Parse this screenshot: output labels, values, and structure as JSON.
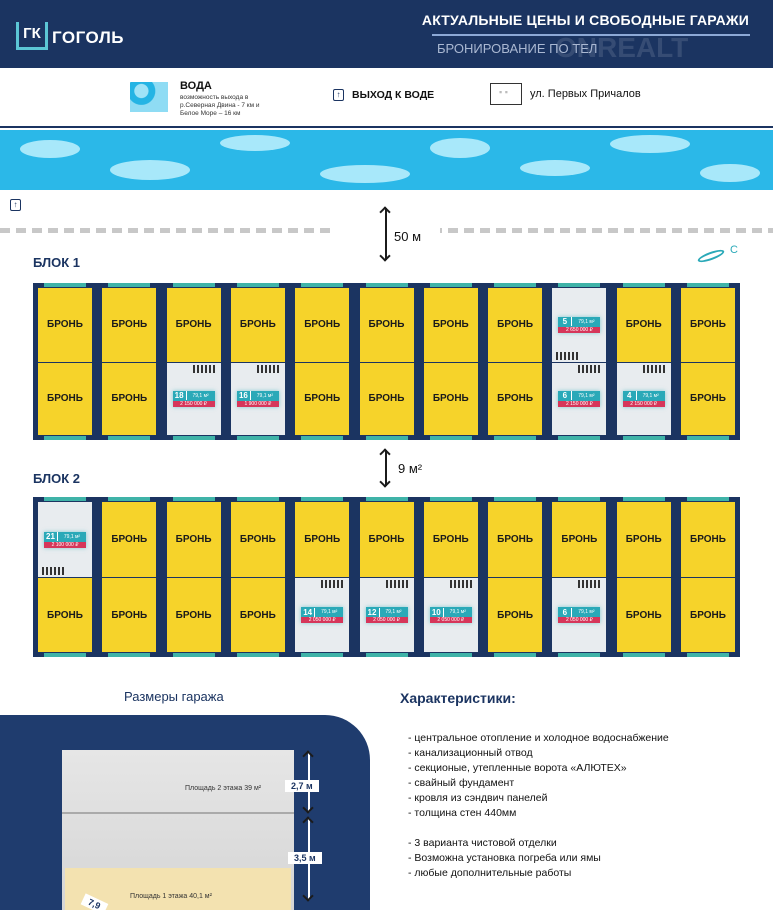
{
  "header": {
    "logo_box": "ГК",
    "logo_name": "ГОГОЛЬ",
    "title": "АКТУАЛЬНЫЕ ЦЕНЫ И СВОБОДНЫЕ ГАРАЖИ",
    "subtitle": "БРОНИРОВАНИЕ ПО ТЕЛ",
    "watermark": "ONREALT"
  },
  "legend": {
    "water_title": "ВОДА",
    "water_desc": "возможность выхода в р.Северная Двина - 7 км и Белое Море – 16 км",
    "exit_label": "ВЫХОД К ВОДЕ",
    "exit_icon": "↑",
    "road_label": "ул. Первых Причалов"
  },
  "plan": {
    "distance_label": "50 м",
    "gap_label": "9 м²",
    "compass": "С",
    "exit_icon": "↑",
    "busy_label": "БРОНЬ",
    "blocks": [
      {
        "label": "БЛОК 1",
        "columns": [
          [
            {
              "s": "b"
            },
            {
              "s": "b"
            }
          ],
          [
            {
              "s": "b"
            },
            {
              "s": "b"
            }
          ],
          [
            {
              "s": "b"
            },
            {
              "s": "f",
              "num": "18",
              "area": "79,1 м²",
              "price": "2 150 000 ₽"
            }
          ],
          [
            {
              "s": "b"
            },
            {
              "s": "f",
              "num": "16",
              "area": "79,1 м²",
              "price": "1 900 000 ₽"
            }
          ],
          [
            {
              "s": "b"
            },
            {
              "s": "b"
            }
          ],
          [
            {
              "s": "b"
            },
            {
              "s": "b"
            }
          ],
          [
            {
              "s": "b"
            },
            {
              "s": "b"
            }
          ],
          [
            {
              "s": "b"
            },
            {
              "s": "b"
            }
          ],
          [
            {
              "s": "f",
              "num": "5",
              "area": "79,1 м²",
              "price": "2 650 000 ₽"
            },
            {
              "s": "f",
              "num": "6",
              "area": "79,1 м²",
              "price": "2 150 000 ₽"
            }
          ],
          [
            {
              "s": "b"
            },
            {
              "s": "f",
              "num": "4",
              "area": "79,1 м²",
              "price": "2 150 000 ₽"
            }
          ],
          [
            {
              "s": "b"
            },
            {
              "s": "b"
            }
          ]
        ]
      },
      {
        "label": "БЛОК 2",
        "columns": [
          [
            {
              "s": "f",
              "num": "21",
              "area": "79,1 м²",
              "price": "2 100 000 ₽"
            },
            {
              "s": "b"
            }
          ],
          [
            {
              "s": "b"
            },
            {
              "s": "b"
            }
          ],
          [
            {
              "s": "b"
            },
            {
              "s": "b"
            }
          ],
          [
            {
              "s": "b"
            },
            {
              "s": "b"
            }
          ],
          [
            {
              "s": "b"
            },
            {
              "s": "f",
              "num": "14",
              "area": "79,1 м²",
              "price": "2 050 000 ₽"
            }
          ],
          [
            {
              "s": "b"
            },
            {
              "s": "f",
              "num": "12",
              "area": "79,1 м²",
              "price": "2 050 000 ₽"
            }
          ],
          [
            {
              "s": "b"
            },
            {
              "s": "f",
              "num": "10",
              "area": "79,1 м²",
              "price": "2 050 000 ₽"
            }
          ],
          [
            {
              "s": "b"
            },
            {
              "s": "b"
            }
          ],
          [
            {
              "s": "b"
            },
            {
              "s": "f",
              "num": "6",
              "area": "79,1 м²",
              "price": "2 050 000 ₽"
            }
          ],
          [
            {
              "s": "b"
            },
            {
              "s": "b"
            }
          ],
          [
            {
              "s": "b"
            },
            {
              "s": "b"
            }
          ]
        ]
      }
    ]
  },
  "sizes": {
    "title": "Размеры гаража",
    "floor2": "Площадь 2 этажа 39 м²",
    "floor1": "Площадь 1 этажа 40,1 м²",
    "h2": "2,7 м",
    "h1": "3,5 м",
    "width": "7,9"
  },
  "features": {
    "title": "Характеристики:",
    "items": [
      "- центральное отопление и холодное водоснабжение",
      "- канализационный отвод",
      "- секционые, утепленные ворота «АЛЮТЕХ»",
      "- свайный фундамент",
      "- кровля из сэндвич панелей",
      "- толщина стен 440мм"
    ],
    "extras": [
      "- 3 варианта чистовой отделки",
      "- Возможна установка погреба или ямы",
      "- любые дополнительные работы"
    ]
  }
}
